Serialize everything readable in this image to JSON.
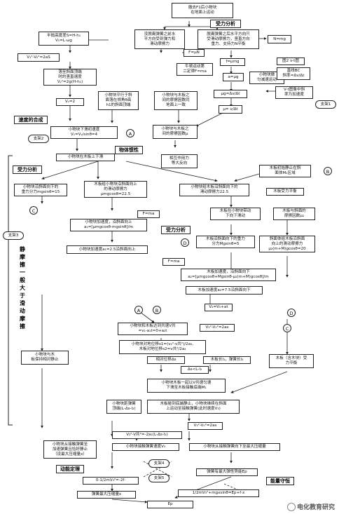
{
  "boxes": {
    "start": "撤去F1后小物块\n在地面上运动",
    "force_analysis_label": "受力分析",
    "slide_h": "半抛高度差S=H-h₁\nV₀=L·ωg",
    "before_spring": "没脱离弹簧之前水\n平方向受到弹力和\n滑动摩擦力",
    "after_spring": "脱离弹簧之后水平方向只\n受滑动摩擦力，竖直方向\n重力、支持力N平衡",
    "n_mg": "N=mg",
    "v_sq": "V₁²-V₀²=2aS",
    "vy_eq": "落至斜面顶端\n时的竖直速度\nVᵧ²=2g(H-h₁)",
    "f_un": "F=μN",
    "f_umg": "f=μmg",
    "newton": "牛顿运动第\n二定律F=ma",
    "a_ug": "a=μg",
    "decel": "小物块做\n匀减速运动",
    "chart_vt": "图2 v-t图",
    "line_bc": "直线BC\n斜率=Δv/Δt",
    "vt_slope": "V-t图像中斜\n率为加速度",
    "support1": "支架1",
    "ug_slope": "μg=Δv/Δt",
    "mu": "μ= v/Δt",
    "vy2": "Vᵧ=2",
    "block_parallel": "小物块平行于斜\n面落在倾角θ高\nh1的斜面顶端",
    "block_board_friction": "小物块与木板之\n间的摩擦因数同\n地面上一致",
    "velocity_synthesis": "速度的合成",
    "initial_speed": "小物块下滑初速度\nV₁=Vᵧ/sinθ=4",
    "node_a1": "A",
    "board_friction2": "小物块与木板之\n间的摩擦因数μ",
    "support2": "支架2",
    "inertia": "物体惯性",
    "block_slide": "小物块在木板上下滑",
    "interaction": "相互作用力\n等大反向",
    "force_analysis2": "受力分析",
    "along_slope": "小物块沿斜面向下的\n重力分力mgsinθ=15",
    "board_friction_up": "木板给小物块沿斜面向上\n的滑动摩擦力\nμmgcosθ=22.5",
    "block_to_board": "小物块给木板沿斜面向下的\n滑动摩擦力22.5",
    "board_static": "木板初始静止在斜\n面体M₂区域",
    "node_b1": "B",
    "node_c1": "C",
    "f_ma2": "F=ma",
    "board_force_balance": "木板受力平衡",
    "block_accel_up": "小物块加速度，沿斜面向上\na₁=[μmgcosθ-mgsinθ]/m",
    "board_down": "木板在小物块带动\n下向下滑动",
    "board_slope_mu": "木板与斜面的\n摩擦因数μ₂",
    "support3": "支架3",
    "block_accel_val": "小物块加速度a₁=2.5沿斜面向上",
    "force_analysis3": "受力分析",
    "board_gravity": "木板沿斜面向下的重力\n分力Mgsinθ=5",
    "slope_friction": "斜面体给木板沿斜面\n向上的滑动摩擦力\nμ₂(m+M)gcosθ=20",
    "node_d1": "D",
    "static_friction_note": "静摩擦一般大于滑动摩擦",
    "f_ma3": "F=ma",
    "board_accel": "木板加速度，沿斜面向下\na₂=[μmgcosθ+Mgsinθ-μ₂(m+M)gcosθ]/m",
    "board_accel_val": "木板加速度a₂=7.5沿斜面向下",
    "node_a2": "A",
    "node_b2": "B",
    "v_at": "V₂=V₀+at",
    "common_speed": "小物块和木板达到共速V共\n=v₁-a₁t=0+a₂t",
    "v_sq2": "V₂²-V₀²=2as",
    "displacements": "小物块对地位移s1=(v₁²-v共²)/2a₁,\n木板对地位移s2=v共²/2a₂",
    "node_d2": "D",
    "node_c2": "C",
    "relative_disp": "相对位移Δs",
    "board_len": "木板长l₁，弹簧长l₂",
    "ds_cond": "Δs<L-l₂",
    "block_board_static": "小物块与木\n板保持相对静止",
    "board_whole": "木板（含木块）受\n力平衡",
    "together_slide": "小物块木板一起以V共速匀速\n下滑至木板接触底端M₁",
    "block_distance": "小物块距弹簧\n顶端(L-Δs-l₂)",
    "board_stop": "木板碰到底端静止，小物块继续在斜面\n上运动至接触弹簧(此时速度V₃)",
    "v_sq3": "V₃²-V₀²=2as",
    "v3_eq": "V₃²-V共²=-2a₁(L-Δs-l₂)",
    "spring_speed": "小物块接触弹簧速度V₃",
    "block_compress": "小物块从接触弹簧至\n加速弹簧且恰好静止\n（设最大压缩量x）",
    "block_slide_down": "小物块从接触弹簧向下至最大压缩量",
    "work_energy": "动能定理",
    "support4": "支架4",
    "elastic_pe": "弹簧有最大弹性势能Ep",
    "energy_cons": "能量守恒",
    "support5": "支架5",
    "ke_eq": "0-1/2mV₃²=-2f·",
    "max_compress": "弹簧最大压缩量x",
    "energy_eq": "1/2mV₃²+mgxsinθ=Ep+f·x",
    "ep": "Ep"
  },
  "watermark": "电化教育研究"
}
